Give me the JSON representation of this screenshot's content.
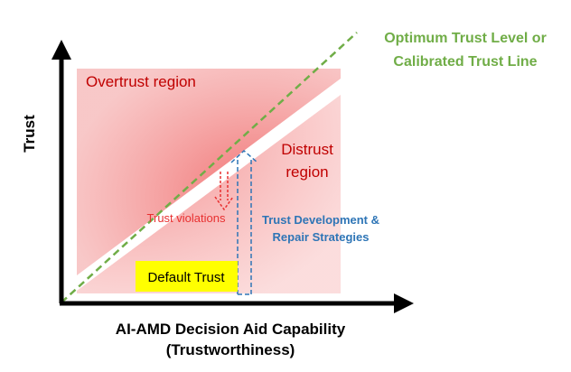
{
  "axes": {
    "y_label": "Trust",
    "x_label_line1": "AI-AMD Decision Aid Capability",
    "x_label_line2": "(Trustworthiness)"
  },
  "regions": {
    "overtrust": "Overtrust region",
    "distrust_line1": "Distrust",
    "distrust_line2": "region"
  },
  "calibration_line": {
    "label_line1": "Optimum Trust Level or",
    "label_line2": "Calibrated Trust Line"
  },
  "annotations": {
    "trust_violations": "Trust violations",
    "repair_line1": "Trust Development &",
    "repair_line2": "Repair Strategies",
    "default_trust": "Default Trust"
  },
  "colors": {
    "region_red": "#f06a6a",
    "region_text": "#c00000",
    "calibration_green": "#70ad47",
    "repair_blue": "#2e75b6",
    "violation_red": "#e83030",
    "default_yellow": "#ffff00",
    "axis_black": "#000000"
  }
}
